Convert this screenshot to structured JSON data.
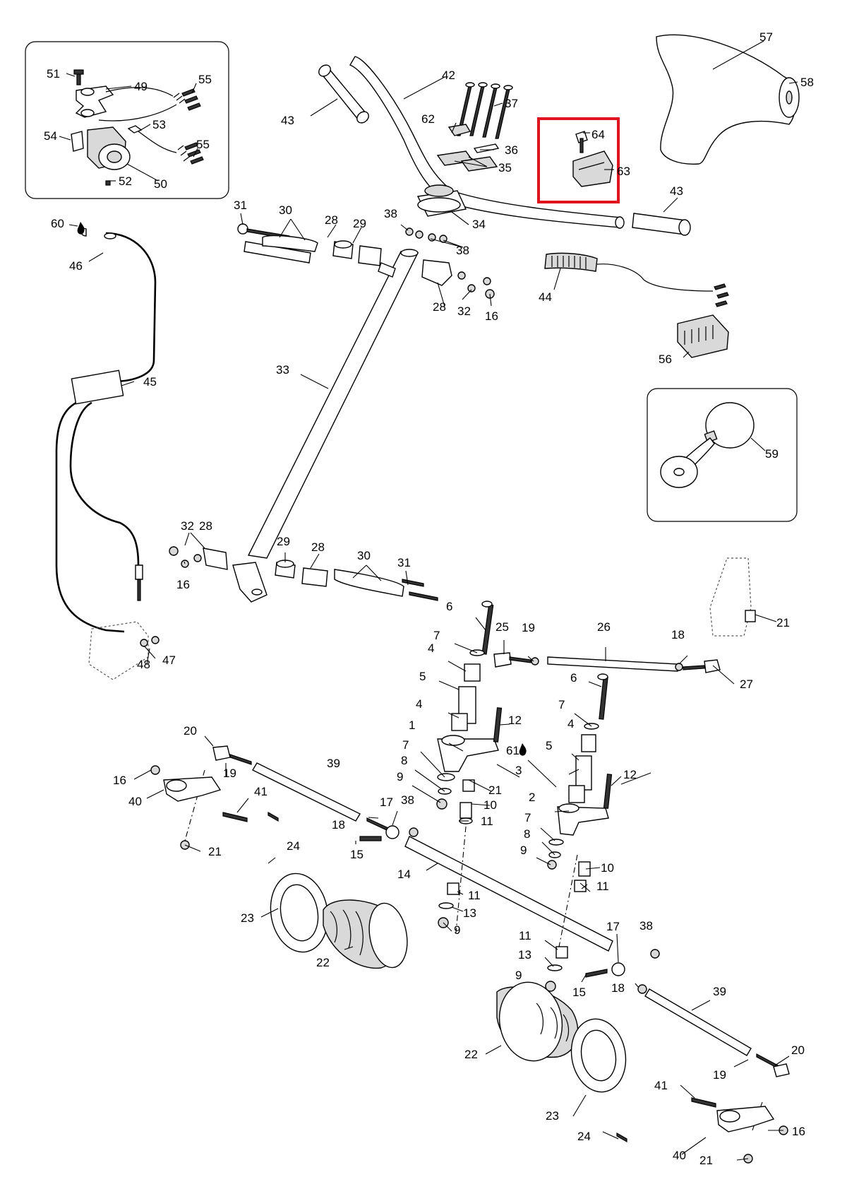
{
  "highlight_color": "#e0141e",
  "callouts": [
    {
      "label": "1"
    },
    {
      "label": "2"
    },
    {
      "label": "3"
    },
    {
      "label": "4"
    },
    {
      "label": "4"
    },
    {
      "label": "4"
    },
    {
      "label": "5"
    },
    {
      "label": "5"
    },
    {
      "label": "6"
    },
    {
      "label": "6"
    },
    {
      "label": "7"
    },
    {
      "label": "7"
    },
    {
      "label": "7"
    },
    {
      "label": "7"
    },
    {
      "label": "8"
    },
    {
      "label": "8"
    },
    {
      "label": "9"
    },
    {
      "label": "9"
    },
    {
      "label": "9"
    },
    {
      "label": "9"
    },
    {
      "label": "10"
    },
    {
      "label": "10"
    },
    {
      "label": "11"
    },
    {
      "label": "11"
    },
    {
      "label": "11"
    },
    {
      "label": "11"
    },
    {
      "label": "12"
    },
    {
      "label": "12"
    },
    {
      "label": "13"
    },
    {
      "label": "13"
    },
    {
      "label": "14"
    },
    {
      "label": "15"
    },
    {
      "label": "15"
    },
    {
      "label": "16"
    },
    {
      "label": "16"
    },
    {
      "label": "16"
    },
    {
      "label": "16"
    },
    {
      "label": "17"
    },
    {
      "label": "17"
    },
    {
      "label": "18"
    },
    {
      "label": "18"
    },
    {
      "label": "18"
    },
    {
      "label": "19"
    },
    {
      "label": "19"
    },
    {
      "label": "19"
    },
    {
      "label": "20"
    },
    {
      "label": "20"
    },
    {
      "label": "21"
    },
    {
      "label": "21"
    },
    {
      "label": "21"
    },
    {
      "label": "21"
    },
    {
      "label": "22"
    },
    {
      "label": "22"
    },
    {
      "label": "23"
    },
    {
      "label": "23"
    },
    {
      "label": "24"
    },
    {
      "label": "24"
    },
    {
      "label": "25"
    },
    {
      "label": "26"
    },
    {
      "label": "27"
    },
    {
      "label": "28"
    },
    {
      "label": "28"
    },
    {
      "label": "28"
    },
    {
      "label": "28"
    },
    {
      "label": "29"
    },
    {
      "label": "29"
    },
    {
      "label": "30"
    },
    {
      "label": "30"
    },
    {
      "label": "31"
    },
    {
      "label": "31"
    },
    {
      "label": "32"
    },
    {
      "label": "32"
    },
    {
      "label": "33"
    },
    {
      "label": "34"
    },
    {
      "label": "35"
    },
    {
      "label": "36"
    },
    {
      "label": "37"
    },
    {
      "label": "38"
    },
    {
      "label": "38"
    },
    {
      "label": "38"
    },
    {
      "label": "38"
    },
    {
      "label": "39"
    },
    {
      "label": "39"
    },
    {
      "label": "40"
    },
    {
      "label": "40"
    },
    {
      "label": "41"
    },
    {
      "label": "41"
    },
    {
      "label": "42"
    },
    {
      "label": "43"
    },
    {
      "label": "43"
    },
    {
      "label": "44"
    },
    {
      "label": "45"
    },
    {
      "label": "46"
    },
    {
      "label": "47"
    },
    {
      "label": "48"
    },
    {
      "label": "49"
    },
    {
      "label": "50"
    },
    {
      "label": "51"
    },
    {
      "label": "52"
    },
    {
      "label": "53"
    },
    {
      "label": "54"
    },
    {
      "label": "55"
    },
    {
      "label": "55"
    },
    {
      "label": "56"
    },
    {
      "label": "57"
    },
    {
      "label": "58"
    },
    {
      "label": "59"
    },
    {
      "label": "60"
    },
    {
      "label": "61"
    },
    {
      "label": "62"
    },
    {
      "label": "63"
    },
    {
      "label": "64"
    }
  ]
}
